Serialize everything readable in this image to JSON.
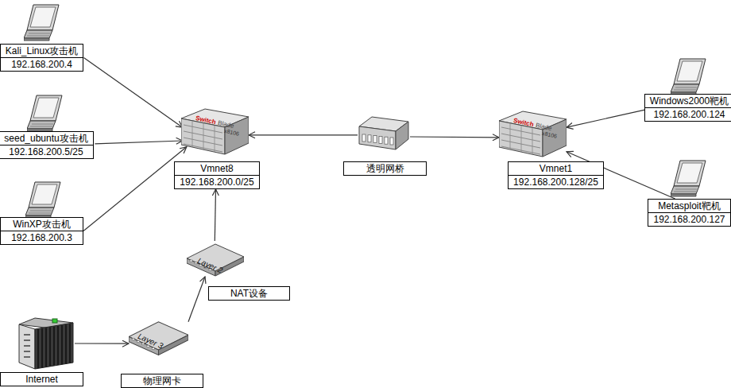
{
  "diagram": {
    "nodes": [
      {
        "text": [
          "Kali_Linux攻击机",
          "192.168.200.4"
        ]
      },
      {
        "text": [
          "seed_ubuntu攻击机",
          "192.168.200.5/25"
        ]
      },
      {
        "text": [
          "WinXP攻击机",
          "192.168.200.3"
        ]
      },
      {
        "text": [
          "Vmnet8",
          "192.168.200.0/25"
        ]
      },
      {
        "text": [
          "透明网桥"
        ]
      },
      {
        "text": [
          "Vmnet1",
          "192.168.200.128/25"
        ]
      },
      {
        "text": [
          "Windows2000靶机",
          "192.168.200.124"
        ]
      },
      {
        "text": [
          "Metasploit靶机",
          "192.168.200.127"
        ]
      },
      {
        "text": [
          "NAT设备"
        ]
      },
      {
        "text": [
          "Internet"
        ]
      },
      {
        "text": [
          "物理网卡"
        ]
      }
    ],
    "edges": [
      {
        "from": 0,
        "to": 3,
        "arrow": "to"
      },
      {
        "from": 1,
        "to": 3,
        "arrow": "to"
      },
      {
        "from": 2,
        "to": 3,
        "arrow": "to"
      },
      {
        "from": 4,
        "to": 3,
        "arrow": "to"
      },
      {
        "from": 4,
        "to": 5,
        "arrow": "to"
      },
      {
        "from": 6,
        "to": 5,
        "arrow": "to"
      },
      {
        "from": 7,
        "to": 5,
        "arrow": "to"
      },
      {
        "from": 8,
        "to": 3,
        "arrow": "to"
      },
      {
        "from": 10,
        "to": 8,
        "arrow": "to"
      },
      {
        "from": 9,
        "to": 10,
        "arrow": "to"
      }
    ],
    "labels": [
      "Switch",
      "Blade",
      "x8106",
      "Switch",
      "Blade",
      "x8106",
      "Layer 2",
      "Layer 3"
    ]
  }
}
